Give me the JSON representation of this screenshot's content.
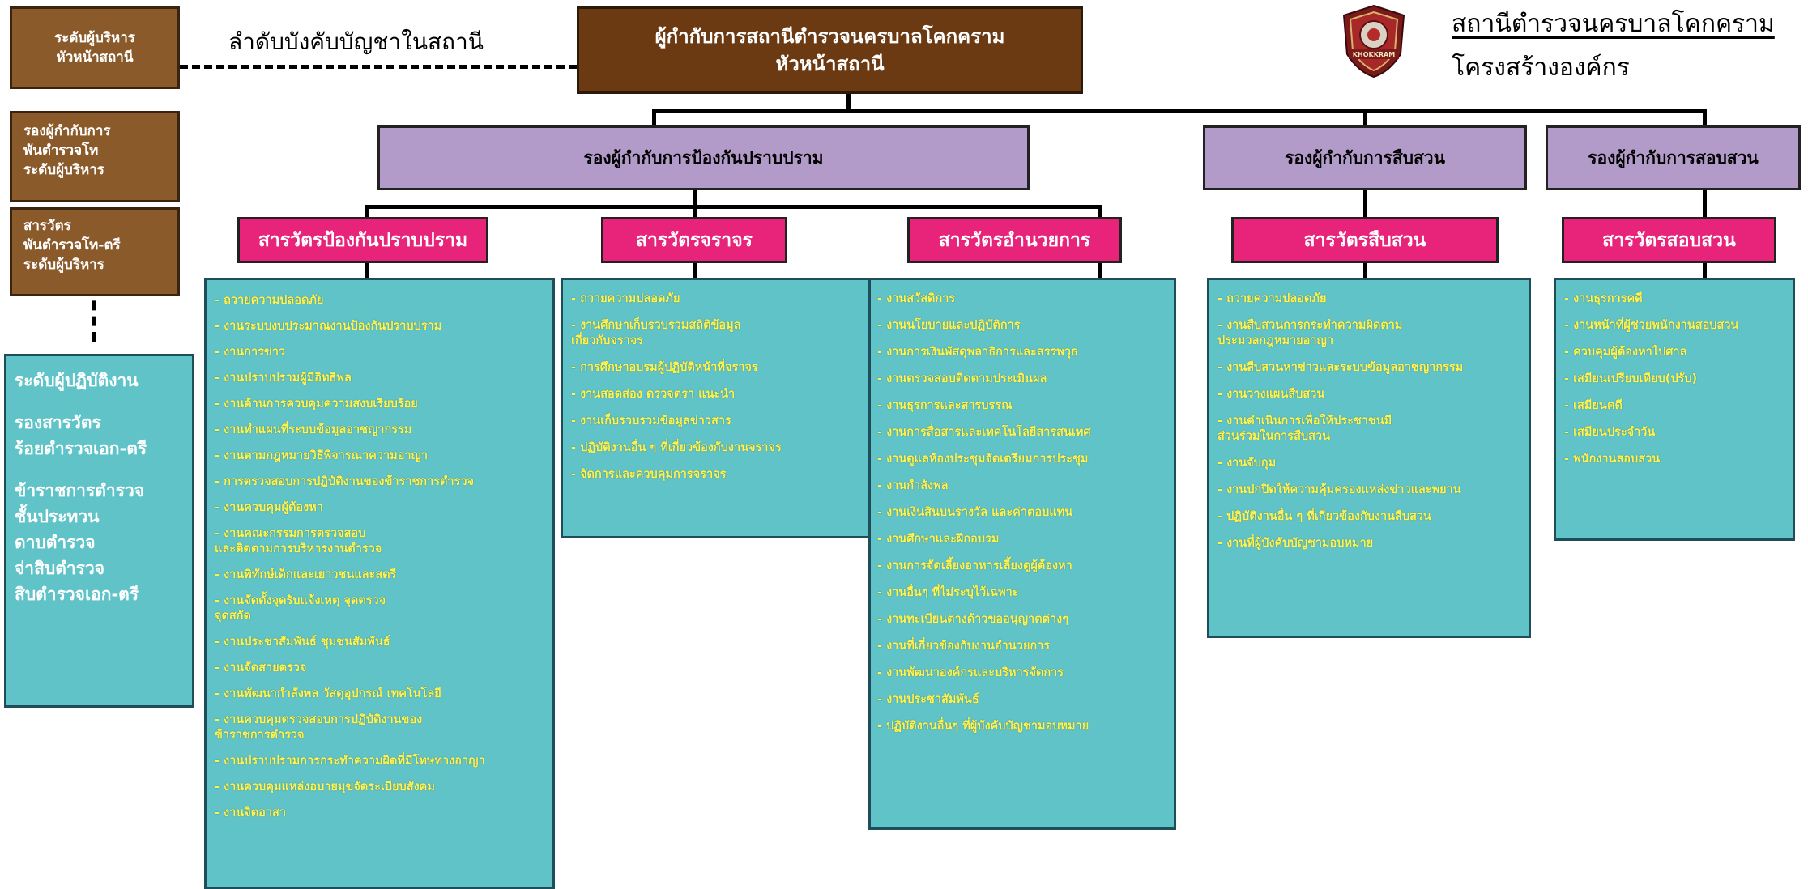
{
  "rank_order_label": "ลำดับบังคับบัญชาในสถานี",
  "station_title": "สถานีตำรวจนครบาลโคกคราม",
  "org_structure": "โครงสร้างองค์กร",
  "logo_text": "KHOKKRAM",
  "top": {
    "line1": "ผู้กำกับการสถานีตำรวจนครบาลโคกคราม",
    "line2": "หัวหน้าสถานี"
  },
  "left": {
    "box1": [
      "ระดับผู้บริหาร",
      "หัวหน้าสถานี"
    ],
    "box2": [
      "รองผู้กำกับการ",
      "พันตำรวจโท",
      "ระดับผู้บริหาร"
    ],
    "box3": [
      "สารวัตร",
      "พันตำรวจโท-ตรี",
      "ระดับผู้บริหาร"
    ],
    "ops": [
      "ระดับผู้ปฏิบัติงาน",
      "",
      "รองสารวัตร\nร้อยตำรวจเอก-ตรี",
      "",
      "ข้าราชการตำรวจ\nชั้นประทวน\nดาบตำรวจ\nจ่าสิบตำรวจ\nสิบตำรวจเอก-ตรี"
    ]
  },
  "deputies": {
    "prevention": "รองผู้กำกับการป้องกันปราบปราม",
    "investigation": "รองผู้กำกับการสืบสวน",
    "inquiry": "รองผู้กำกับการสอบสวน"
  },
  "inspectors": {
    "prevention": "สารวัตรป้องกันปราบปราม",
    "traffic": "สารวัตรจราจร",
    "admin": "สารวัตรอำนวยการ",
    "investigation": "สารวัตรสืบสวน",
    "inquiry": "สารวัตรสอบสวน"
  },
  "tasks": {
    "prevention": [
      "- ถวายความปลอดภัย",
      "- งานระบบงบประมาณงานป้องกันปราบปราม",
      "- งานการข่าว",
      "- งานปราบปรามผู้มีอิทธิพล",
      "- งานด้านการควบคุมความสงบเรียบร้อย",
      "- งานทำแผนที่ระบบข้อมูลอาชญากรรม",
      "- งานตามกฎหมายวิธีพิจารณาความอาญา",
      "- การตรวจสอบการปฏิบัติงานของข้าราชการตำรวจ",
      "- งานควบคุมผู้ต้องหา",
      "- งานคณะกรรมการตรวจสอบ\nและติดตามการบริหารงานตำรวจ",
      "- งานพิทักษ์เด็กและเยาวชนและสตรี",
      "- งานจัดตั้งจุดรับแจ้งเหตุ จุดตรวจ\nจุดสกัด",
      " - งานประชาสัมพันธ์ ชุมชนสัมพันธ์",
      " - งานจัดสายตรวจ",
      " - งานพัฒนากำลังพล วัสดุอุปกรณ์ เทคโนโลยี",
      "- งานควบคุมตรวจสอบการปฏิบัติงานของ\nข้าราชการตำรวจ",
      "- งานปราบปรามการกระทำความผิดที่มีโทษทางอาญา",
      "- งานควบคุมแหล่งอบายมุขจัดระเบียบสังคม",
      "- งานจิตอาสา"
    ],
    "traffic": [
      "- ถวายความปลอดภัย",
      " - งานศึกษาเก็บรวบรวมสถิติข้อมูล\nเกี่ยวกับจราจร",
      "- การศึกษาอบรมผู้ปฏิบัติหน้าที่จราจร",
      "- งานสอดส่อง ตรวจตรา แนะนำ",
      "- งานเก็บรวบรวมข้อมูลข่าวสาร",
      "- ปฏิบัติงานอื่น ๆ ที่เกี่ยวข้องกับงานจราจร",
      "- จัดการและควบคุมการจราจร"
    ],
    "admin": [
      "- งานสวัสดิการ",
      "- งานนโยบายและปฏิบัติการ",
      "- งานการเงินพัสดุพลาธิการและสรรพวุธ",
      "- งานตรวจสอบติดตามประเมินผล",
      "- งานธุรการและสารบรรณ",
      "- งานการสื่อสารและเทคโนโลยีสารสนเทศ",
      "- งานดูแลห้องประชุมจัดเตรียมการประชุม",
      "- งานกำลังพล",
      "- งานเงินสินบนรางวัล และค่าตอบแทน",
      "- งานศึกษาและฝึกอบรม",
      "- งานการจัดเลี้ยงอาหารเลี้ยงดูผู้ต้องหา",
      "- งานอื่นๆ ที่ไม่ระบุไว้เฉพาะ",
      "- งานทะเบียนต่างด้าวขออนุญาตต่างๆ",
      "- งานที่เกี่ยวข้องกับงานอำนวยการ",
      "- งานพัฒนาองค์กรและบริหารจัดการ",
      "- งานประชาสัมพันธ์",
      "- ปฏิบัติงานอื่นๆ ที่ผู้บังคับบัญชามอบหมาย"
    ],
    "investigation": [
      "- ถวายความปลอดภัย",
      "- งานสืบสวนการกระทำความผิดตาม\nประมวลกฎหมายอาญา",
      "- งานสืบสวนหาข่าวและระบบข้อมูลอาชญากรรม",
      "- งานวางแผนสืบสวน",
      " - งานดำเนินการเพื่อให้ประชาชนมี\nส่วนร่วมในการสืบสวน",
      " - งานจับกุม",
      "- งานปกปิดให้ความคุ้มครองแหล่งข่าวและพยาน",
      "- ปฏิบัติงานอื่น ๆ ที่เกี่ยวข้องกับงานสืบสวน",
      "- งานที่ผู้บังคับบัญชามอบหมาย"
    ],
    "inquiry": [
      "- งานธุรการคดี",
      "- งานหน้าที่ผู้ช่วยพนักงานสอบสวน",
      "- ควบคุมผู้ต้องหาไปศาล",
      "- เสมียนเปรียบเทียบ(ปรับ)",
      "- เสมียนคดี",
      "- เสมียนประจำวัน",
      "- พนักงานสอบสวน"
    ]
  },
  "colors": {
    "brown": "#8b5a2b",
    "dark_brown": "#6b3a12",
    "lavender": "#b39bc9",
    "pink": "#e8237a",
    "teal": "#5fc3c8",
    "task_text": "#fff34f"
  }
}
